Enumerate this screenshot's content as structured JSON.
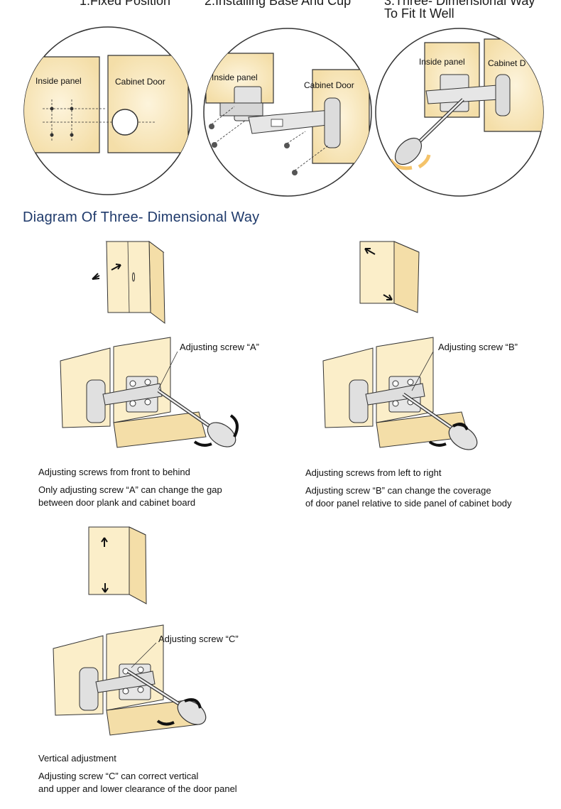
{
  "colors": {
    "wood": "#fbeec9",
    "wood_shade": "#f3dca3",
    "outline": "#333333",
    "title_blue": "#1f3a6b",
    "metal": "#d9d9d9"
  },
  "steps": [
    {
      "title": "1.Fixed Position"
    },
    {
      "title": "2.Installing Base And Cup"
    },
    {
      "title_line1": "3.Three- Dimensional Way",
      "title_line2": "To Fit It Well"
    }
  ],
  "circles": {
    "c1": {
      "inside_panel": "Inside panel",
      "cabinet_door": "Cabinet Door"
    },
    "c2": {
      "inside_panel": "Inside panel",
      "cabinet_door": "Cabinet Door"
    },
    "c3": {
      "inside_panel": "Inside panel",
      "cabinet_door": "Cabinet D"
    }
  },
  "section_title": "Diagram Of Three- Dimensional Way",
  "adjustments": {
    "a": {
      "screw_label": "Adjusting screw “A”",
      "caption1": "Adjusting screws from front to behind",
      "caption2": "Only adjusting screw “A” can change the gap",
      "caption3": "between door plank and cabinet board"
    },
    "b": {
      "screw_label": "Adjusting screw “B”",
      "caption1": "Adjusting screws from left to right",
      "caption2": "Adjusting screw “B” can change the coverage",
      "caption3": "of door panel relative to side panel of cabinet body"
    },
    "c": {
      "screw_label": "Adjusting screw “C”",
      "caption1": "Vertical adjustment",
      "caption2": "Adjusting screw “C” can correct vertical",
      "caption3": "and upper and lower clearance of the door panel"
    }
  }
}
